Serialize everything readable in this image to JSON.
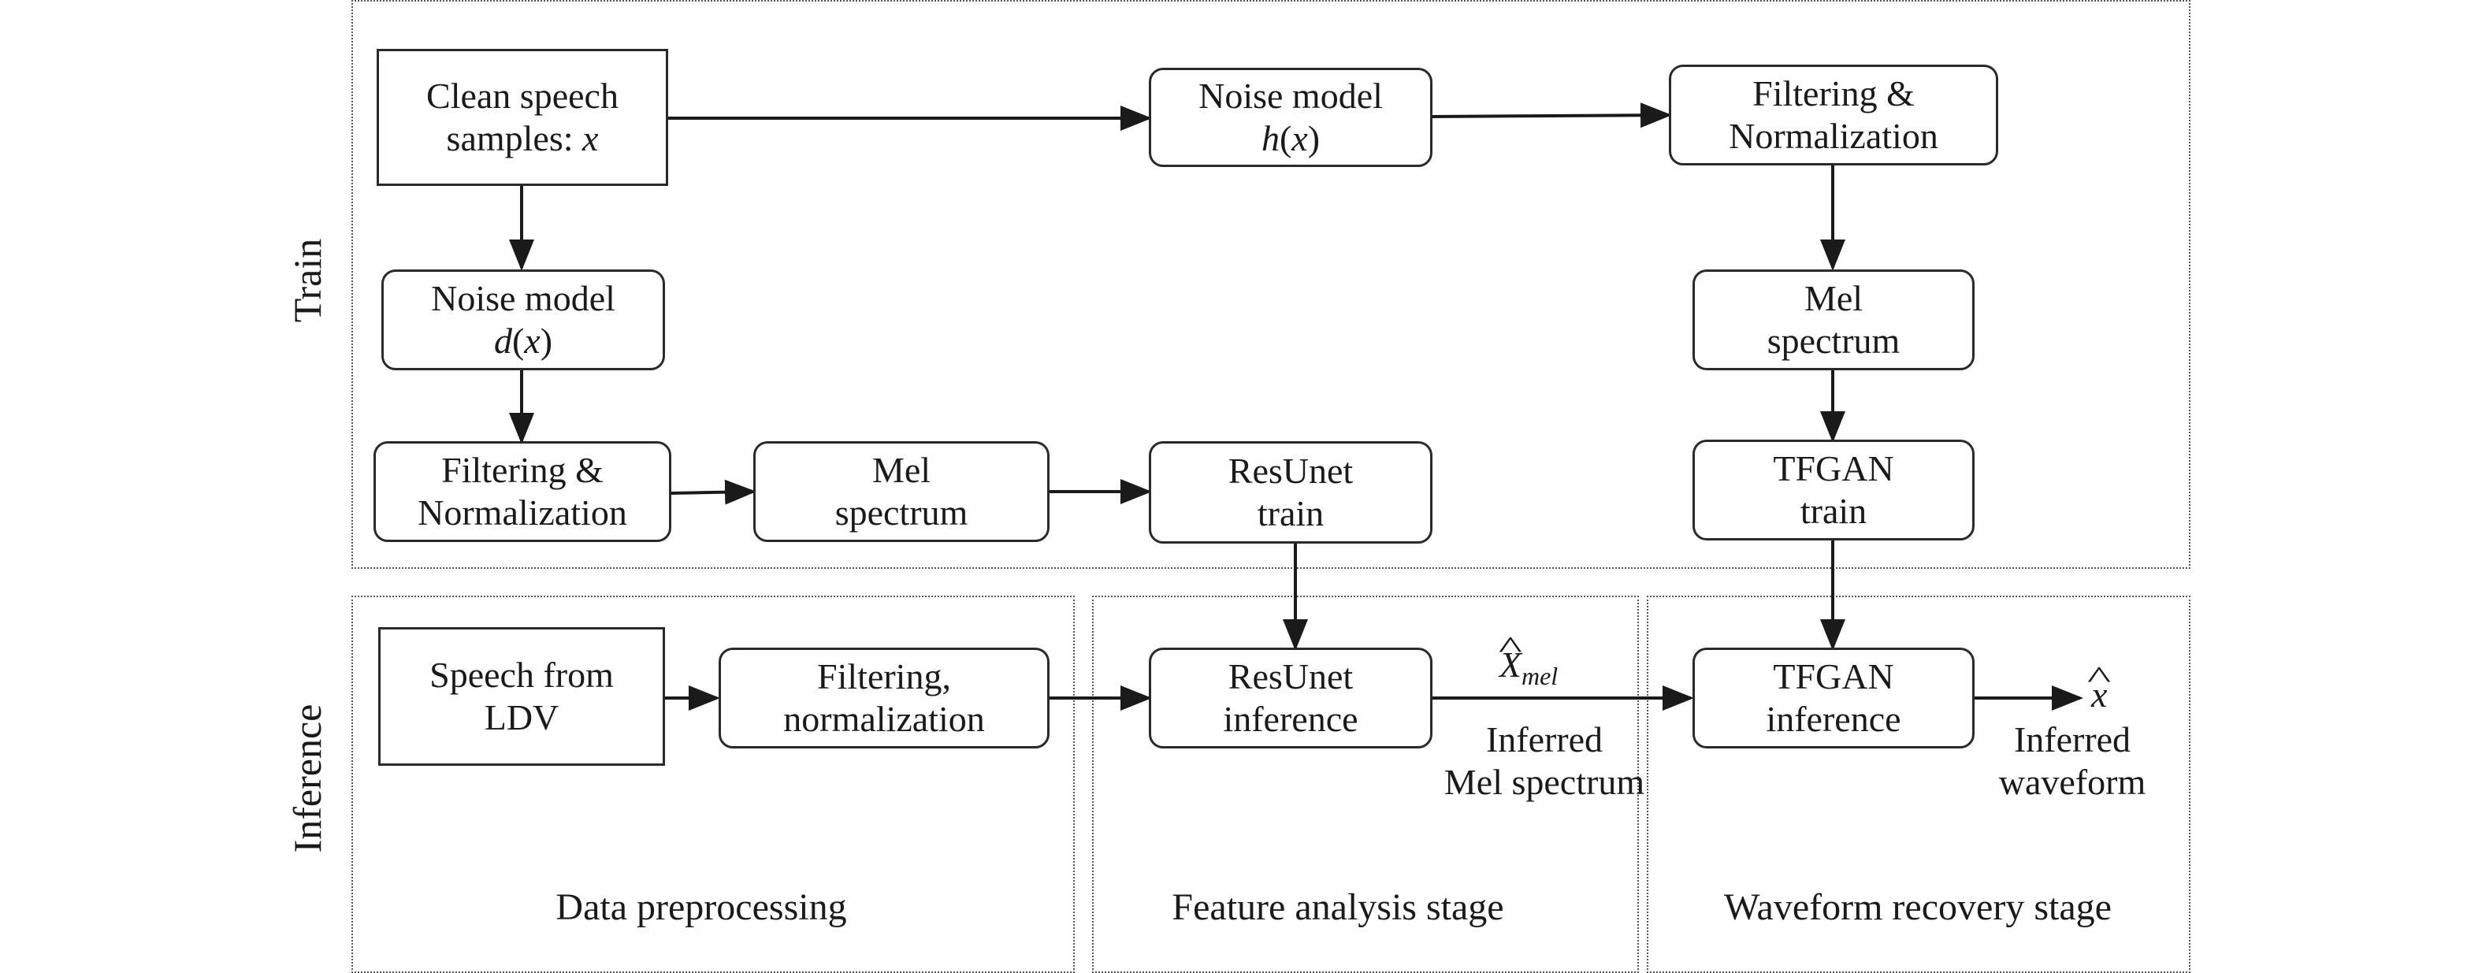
{
  "stage_labels": {
    "train": "Train",
    "inference": "Inference",
    "data_preprocessing": "Data preprocessing",
    "feature_analysis": "Feature analysis stage",
    "waveform_recovery": "Waveform recovery stage"
  },
  "nodes": {
    "clean_speech": {
      "line1": "Clean speech",
      "line2_prefix": "samples: ",
      "line2_var": "x"
    },
    "noise_model_h": {
      "line1": "Noise model",
      "fn": "h",
      "var": "x"
    },
    "filtering_norm_top": {
      "line1": "Filtering &",
      "line2": "Normalization"
    },
    "noise_model_d": {
      "line1": "Noise model",
      "fn": "d",
      "var": "x"
    },
    "mel_spectrum_right": {
      "line1": "Mel",
      "line2": "spectrum"
    },
    "filtering_norm_left": {
      "line1": "Filtering &",
      "line2": "Normalization"
    },
    "mel_spectrum_mid": {
      "line1": "Mel",
      "line2": "spectrum"
    },
    "resunet_train": {
      "line1": "ResUnet",
      "line2": "train"
    },
    "tfgan_train": {
      "line1": "TFGAN",
      "line2": "train"
    },
    "speech_ldv": {
      "line1": "Speech from",
      "line2": "LDV"
    },
    "filtering_normalization": {
      "line1": "Filtering,",
      "line2": "normalization"
    },
    "resunet_inference": {
      "line1": "ResUnet",
      "line2": "inference"
    },
    "tfgan_inference": {
      "line1": "TFGAN",
      "line2": "inference"
    }
  },
  "annotations": {
    "x_mel_symbol": "X",
    "x_mel_subscript": "mel",
    "inferred_mel_line1": "Inferred",
    "inferred_mel_line2": "Mel spectrum",
    "x_hat_symbol": "x",
    "inferred_wave_line1": "Inferred",
    "inferred_wave_line2": "waveform"
  }
}
